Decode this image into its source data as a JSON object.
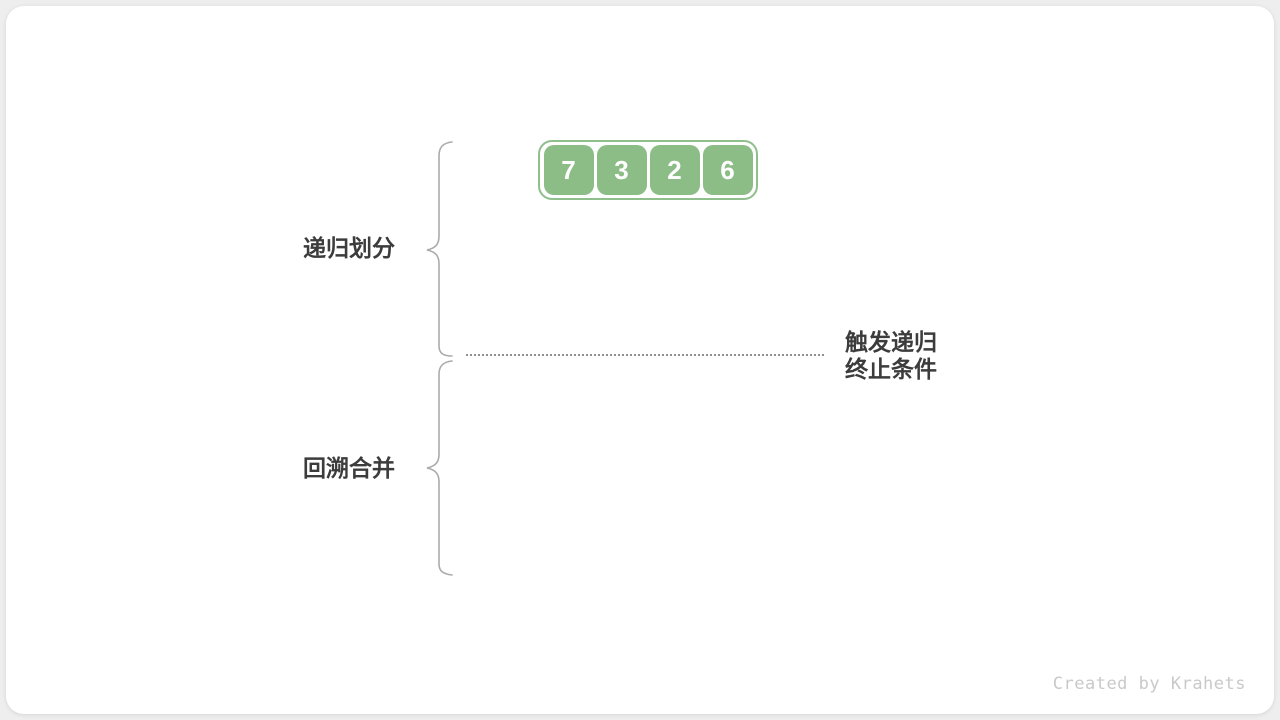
{
  "figure": {
    "array": {
      "cells": [
        "7",
        "3",
        "2",
        "6"
      ]
    },
    "phases": [
      {
        "label": "递归划分"
      },
      {
        "label": "回溯合并"
      }
    ],
    "annotation": {
      "line1": "触发递归",
      "line2": "终止条件"
    },
    "watermark": "Created by Krahets"
  },
  "colors": {
    "array_border_green": "#8FBF8B",
    "array_cell_green": "#8CBD86",
    "cell_text": "#ffffff",
    "label_text": "#3c3c3c",
    "brace_gray": "#ababab",
    "dotted_line": "#8f8f8f",
    "watermark_gray": "#c9c9c9",
    "card_background": "#ffffff",
    "page_background": "#eeeeee"
  }
}
